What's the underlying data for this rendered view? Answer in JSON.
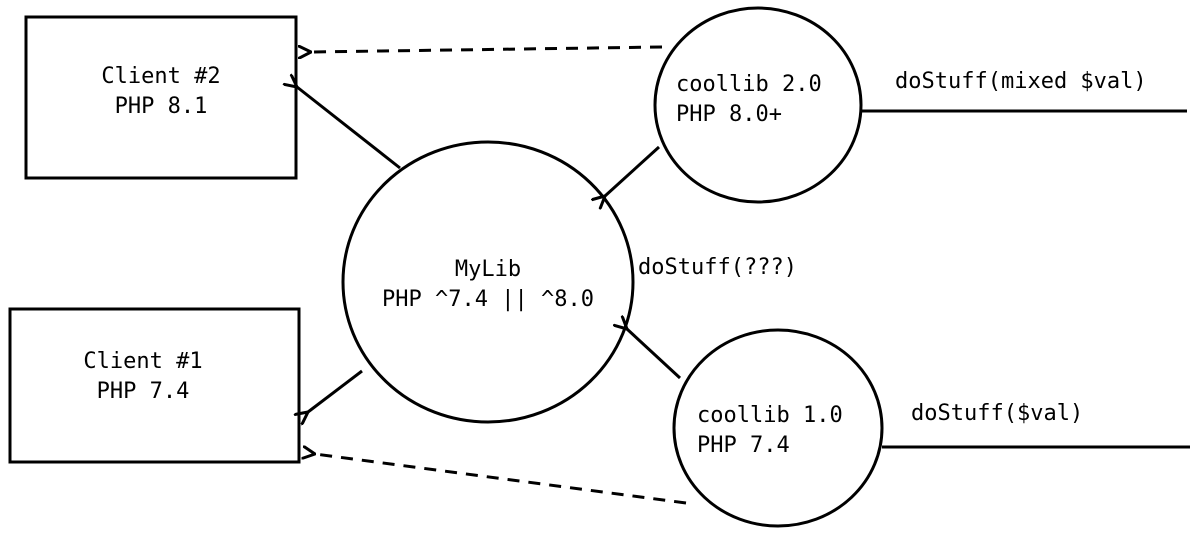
{
  "diagram": {
    "client2": {
      "line1": "Client #2",
      "line2": "PHP 8.1"
    },
    "client1": {
      "line1": "Client #1",
      "line2": "PHP 7.4"
    },
    "mylib": {
      "line1": "MyLib",
      "line2": "PHP ^7.4 || ^8.0",
      "signature": "doStuff(???)"
    },
    "coollib2": {
      "line1": "coollib 2.0",
      "line2": "PHP 8.0+",
      "signature": "doStuff(mixed $val)"
    },
    "coollib1": {
      "line1": "coollib 1.0",
      "line2": "PHP 7.4",
      "signature": "doStuff($val)"
    }
  },
  "colors": {
    "ink": "#000000",
    "background": "#ffffff"
  }
}
